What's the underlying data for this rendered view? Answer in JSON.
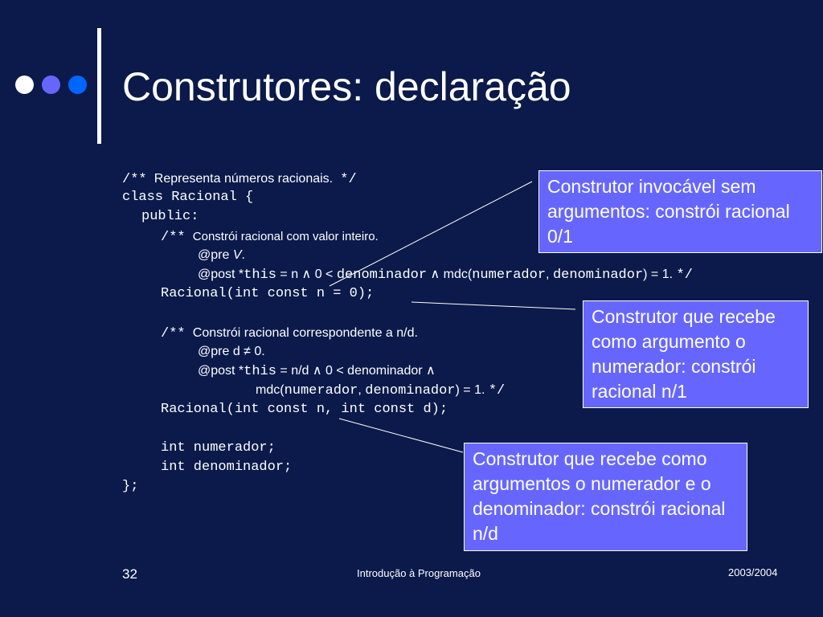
{
  "header": {
    "title": "Construtores: declaração",
    "dots": [
      "#ffffff",
      "#6666ff",
      "#0066ff"
    ]
  },
  "code": {
    "l1_comment": "/**",
    "l1_text": "Representa números racionais.",
    "l1_end": "*/",
    "l2": "class Racional {",
    "l3": "public:",
    "l4_comment": "/**",
    "l4_text": "Constrói racional com valor inteiro.",
    "l5_pre": "@pre ",
    "l5_v": "V",
    "l5_dot": ".",
    "l6_post": "@post *",
    "l6_this": "this",
    "l6_a": " = n ∧ 0 < ",
    "l6_den": "denominador",
    "l6_b": " ∧ mdc(",
    "l6_num2": "numerador",
    "l6_c": ", ",
    "l6_den2": "denominador",
    "l6_d": ") = 1.  ",
    "l6_end": "*/",
    "l7": "Racional(int const n = 0);",
    "l9_comment": "/**",
    "l9_text": "Constrói racional correspondente a n/d.",
    "l10": "@pre d ≠ 0.",
    "l11_post": "@post *",
    "l11_this": "this",
    "l11_text": " = n/d ∧ 0 < denominador ∧",
    "l12_mdc": "mdc(",
    "l12_num": "numerador",
    "l12_c": ", ",
    "l12_den": "denominador",
    "l12_d": ") = 1.  ",
    "l12_end": "*/",
    "l13": "Racional(int const n, int const d);",
    "l15": "int numerador;",
    "l16": "int denominador;",
    "l17": "};"
  },
  "callouts": {
    "c1": "Construtor invocável sem argumentos: constrói racional 0/1",
    "c2": "Construtor que recebe como argumento o numerador: constrói racional n/1",
    "c3": "Construtor que recebe como argumentos o numerador e o denominador: constrói racional n/d"
  },
  "footer": {
    "page": "32",
    "course": "Introdução à Programação",
    "year": "2003/2004"
  }
}
